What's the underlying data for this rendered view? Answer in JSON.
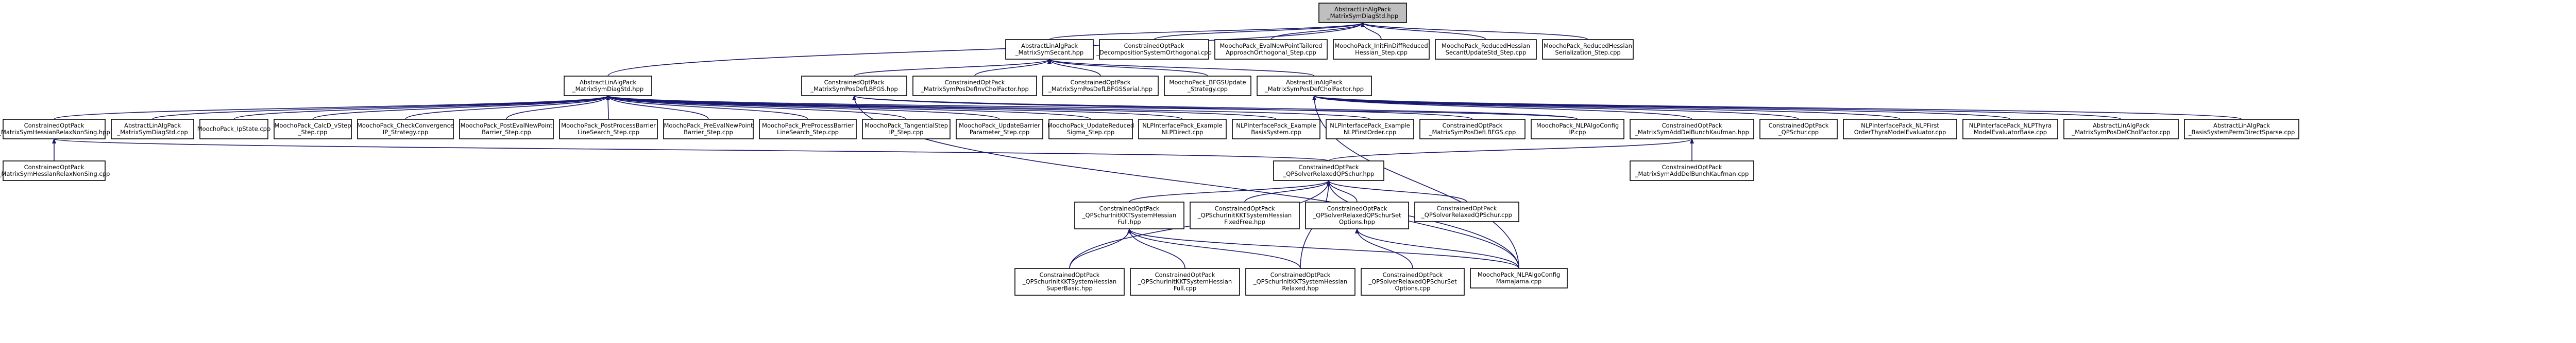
{
  "nodes": [
    {
      "id": "root",
      "lines": [
        "AbstractLinAlgPack",
        "_MatrixSymDiagStd.hpp"
      ],
      "root": true
    },
    {
      "id": "n_msds",
      "lines": [
        "AbstractLinAlgPack",
        "_MatrixSymDiagStd.hpp"
      ]
    },
    {
      "id": "n_msrfu",
      "lines": [
        "AbstractLinAlgPack",
        "_MatrixSymSecant.hpp"
      ]
    },
    {
      "id": "n_dsoc",
      "lines": [
        "ConstrainedOptPack",
        "_DecompositionSystemOrthogonal.cpp"
      ]
    },
    {
      "id": "n_cdtai",
      "lines": [
        "MoochoPack_EvalNewPointTailored",
        "ApproachOrthogonal_Step.cpp"
      ]
    },
    {
      "id": "n_iprh",
      "lines": [
        "MoochoPack_InitFinDiffReduced",
        "Hessian_Step.cpp"
      ]
    },
    {
      "id": "n_rhsu",
      "lines": [
        "MoochoPack_ReducedHessian",
        "SecantUpdateStd_Step.cpp"
      ]
    },
    {
      "id": "n_rhsi",
      "lines": [
        "MoochoPack_ReducedHessian",
        "Serialization_Step.cpp"
      ]
    },
    {
      "id": "n_mspdbfgs",
      "lines": [
        "ConstrainedOptPack",
        "_MatrixSymPosDefLBFGS.hpp"
      ]
    },
    {
      "id": "n_mspdic",
      "lines": [
        "ConstrainedOptPack",
        "_MatrixSymPosDefInvCholFactor.hpp"
      ]
    },
    {
      "id": "n_mspdbfgss",
      "lines": [
        "ConstrainedOptPack",
        "_MatrixSymPosDefLBFGSSerial.hpp"
      ]
    },
    {
      "id": "n_bfgsu",
      "lines": [
        "MoochoPack_BFGSUpdate",
        "_Strategy.cpp"
      ]
    },
    {
      "id": "n_mspdcf",
      "lines": [
        "AbstractLinAlgPack",
        "_MatrixSymPosDefCholFactor.hpp"
      ]
    },
    {
      "id": "n_mshpns",
      "lines": [
        "ConstrainedOptPack",
        "_MatrixSymHessianRelaxNonSing.hpp"
      ]
    },
    {
      "id": "n_msdsc",
      "lines": [
        "AbstractLinAlgPack",
        "_MatrixSymDiagStd.cpp"
      ]
    },
    {
      "id": "n_qpst",
      "lines": [
        "MoochoPack_IpState.cpp"
      ]
    },
    {
      "id": "n_calcd",
      "lines": [
        "MoochoPack_CalcD_vStep",
        "_Step.cpp"
      ]
    },
    {
      "id": "n_ccs",
      "lines": [
        "MoochoPack_CheckConvergence",
        "IP_Strategy.cpp"
      ]
    },
    {
      "id": "n_penp",
      "lines": [
        "MoochoPack_PostEvalNewPoint",
        "Barrier_Step.cpp"
      ]
    },
    {
      "id": "n_ppbl",
      "lines": [
        "MoochoPack_PostProcessBarrier",
        "LineSearch_Step.cpp"
      ]
    },
    {
      "id": "n_prenp",
      "lines": [
        "MoochoPack_PreEvalNewPoint",
        "Barrier_Step.cpp"
      ]
    },
    {
      "id": "n_prepl",
      "lines": [
        "MoochoPack_PreProcessBarrier",
        "LineSearch_Step.cpp"
      ]
    },
    {
      "id": "n_tang",
      "lines": [
        "MoochoPack_TangentialStep",
        "IP_Step.cpp"
      ]
    },
    {
      "id": "n_ubp",
      "lines": [
        "MoochoPack_UpdateBarrier",
        "Parameter_Step.cpp"
      ]
    },
    {
      "id": "n_urs",
      "lines": [
        "MoochoPack_UpdateReduced",
        "Sigma_Step.cpp"
      ]
    },
    {
      "id": "n_nlpi",
      "lines": [
        "NLPInterfacePack_Example",
        "NLPDirect.cpp"
      ]
    },
    {
      "id": "n_nlpb",
      "lines": [
        "NLPInterfacePack_Example",
        "BasisSystem.cpp"
      ]
    },
    {
      "id": "n_nlpfo",
      "lines": [
        "NLPInterfacePack_Example",
        "NLPFirstOrder.cpp"
      ]
    },
    {
      "id": "n_mspdbfgscpp",
      "lines": [
        "ConstrainedOptPack",
        "_MatrixSymPosDefLBFGS.cpp"
      ]
    },
    {
      "id": "n_nlpac",
      "lines": [
        "MoochoPack_NLPAlgoConfig",
        "IP.cpp"
      ]
    },
    {
      "id": "n_masbk",
      "lines": [
        "ConstrainedOptPack",
        "_MatrixSymAddDelBunchKaufman.hpp"
      ]
    },
    {
      "id": "n_qpsc",
      "lines": [
        "ConstrainedOptPack",
        "_QPSchur.cpp"
      ]
    },
    {
      "id": "n_nlpfot",
      "lines": [
        "NLPInterfacePack_NLPFirst",
        "OrderThyraModelEvaluator.cpp"
      ]
    },
    {
      "id": "n_nlpthy",
      "lines": [
        "NLPInterfacePack_NLPThyra",
        "ModelEvaluatorBase.cpp"
      ]
    },
    {
      "id": "n_mspdcfcpp",
      "lines": [
        "AbstractLinAlgPack",
        "_MatrixSymPosDefCholFactor.cpp"
      ]
    },
    {
      "id": "n_bspc",
      "lines": [
        "AbstractLinAlgPack",
        "_BasisSystemPermDirectSparse.cpp"
      ]
    },
    {
      "id": "n_mshpnscpp",
      "lines": [
        "ConstrainedOptPack",
        "_MatrixSymHessianRelaxNonSing.cpp"
      ]
    },
    {
      "id": "n_qprs",
      "lines": [
        "ConstrainedOptPack",
        "_QPSolverRelaxedQPSchur.hpp"
      ]
    },
    {
      "id": "n_masbkcpp",
      "lines": [
        "ConstrainedOptPack",
        "_MatrixSymAddDelBunchKaufman.cpp"
      ]
    },
    {
      "id": "n_kktfull",
      "lines": [
        "ConstrainedOptPack",
        "_QPSchurInitKKTSystemHessian",
        "Full.hpp"
      ]
    },
    {
      "id": "n_kktfixed",
      "lines": [
        "ConstrainedOptPack",
        "_QPSchurInitKKTSystemHessian",
        "FixedFree.hpp"
      ]
    },
    {
      "id": "n_qprsso",
      "lines": [
        "ConstrainedOptPack",
        "_QPSolverRelaxedQPSchurSet",
        "Options.hpp"
      ]
    },
    {
      "id": "n_qprscpp",
      "lines": [
        "ConstrainedOptPack",
        "_QPSolverRelaxedQPSchur.cpp"
      ]
    },
    {
      "id": "n_kktsb",
      "lines": [
        "ConstrainedOptPack",
        "_QPSchurInitKKTSystemHessian",
        "SuperBasic.hpp"
      ]
    },
    {
      "id": "n_kktfullcpp",
      "lines": [
        "ConstrainedOptPack",
        "_QPSchurInitKKTSystemHessian",
        "Full.cpp"
      ]
    },
    {
      "id": "n_kktrel",
      "lines": [
        "ConstrainedOptPack",
        "_QPSchurInitKKTSystemHessian",
        "Relaxed.hpp"
      ]
    },
    {
      "id": "n_qprssocpp",
      "lines": [
        "ConstrainedOptPack",
        "_QPSolverRelaxedQPSchurSet",
        "Options.cpp"
      ]
    },
    {
      "id": "n_nlpacmama",
      "lines": [
        "MoochoPack_NLPAlgoConfig",
        "MamaJama.cpp"
      ]
    }
  ],
  "edges": [
    [
      "n_msds",
      "root"
    ],
    [
      "n_msrfu",
      "root"
    ],
    [
      "n_dsoc",
      "root"
    ],
    [
      "n_cdtai",
      "root"
    ],
    [
      "n_iprh",
      "root"
    ],
    [
      "n_rhsu",
      "root"
    ],
    [
      "n_rhsi",
      "root"
    ],
    [
      "n_mshpns",
      "n_msds"
    ],
    [
      "n_msdsc",
      "n_msds"
    ],
    [
      "n_qpst",
      "n_msds"
    ],
    [
      "n_calcd",
      "n_msds"
    ],
    [
      "n_ccs",
      "n_msds"
    ],
    [
      "n_penp",
      "n_msds"
    ],
    [
      "n_ppbl",
      "n_msds"
    ],
    [
      "n_prenp",
      "n_msds"
    ],
    [
      "n_prepl",
      "n_msds"
    ],
    [
      "n_tang",
      "n_msds"
    ],
    [
      "n_ubp",
      "n_msds"
    ],
    [
      "n_urs",
      "n_msds"
    ],
    [
      "n_nlpi",
      "n_msds"
    ],
    [
      "n_nlpb",
      "n_msds"
    ],
    [
      "n_nlpfo",
      "n_msds"
    ],
    [
      "n_nlpac",
      "n_msds"
    ],
    [
      "n_mspdbfgs",
      "n_msrfu"
    ],
    [
      "n_mspdic",
      "n_msrfu"
    ],
    [
      "n_mspdbfgss",
      "n_msrfu"
    ],
    [
      "n_bfgsu",
      "n_msrfu"
    ],
    [
      "n_mspdcf",
      "n_msrfu"
    ],
    [
      "n_mspdbfgscpp",
      "n_mspdbfgs"
    ],
    [
      "n_nlpac",
      "n_mspdbfgs"
    ],
    [
      "n_nlpacmama",
      "n_mspdbfgs"
    ],
    [
      "n_masbk",
      "n_mspdcf"
    ],
    [
      "n_qpsc",
      "n_mspdcf"
    ],
    [
      "n_nlpfot",
      "n_mspdcf"
    ],
    [
      "n_nlpthy",
      "n_mspdcf"
    ],
    [
      "n_mspdcfcpp",
      "n_mspdcf"
    ],
    [
      "n_bspc",
      "n_mspdcf"
    ],
    [
      "n_nlpacmama",
      "n_mspdcf"
    ],
    [
      "n_mshpnscpp",
      "n_mshpns"
    ],
    [
      "n_qprs",
      "n_mshpns"
    ],
    [
      "n_masbkcpp",
      "n_masbk"
    ],
    [
      "n_qprs",
      "n_masbk"
    ],
    [
      "n_kktfull",
      "n_qprs"
    ],
    [
      "n_kktfixed",
      "n_qprs"
    ],
    [
      "n_qprsso",
      "n_qprs"
    ],
    [
      "n_qprscpp",
      "n_qprs"
    ],
    [
      "n_kktsb",
      "n_qprs"
    ],
    [
      "n_kktrel",
      "n_qprs"
    ],
    [
      "n_nlpacmama",
      "n_qprs"
    ],
    [
      "n_kktsb",
      "n_kktfull"
    ],
    [
      "n_kktfullcpp",
      "n_kktfull"
    ],
    [
      "n_kktrel",
      "n_kktfull"
    ],
    [
      "n_nlpacmama",
      "n_kktfull"
    ],
    [
      "n_qprssocpp",
      "n_qprsso"
    ],
    [
      "n_nlpacmama",
      "n_qprsso"
    ]
  ]
}
